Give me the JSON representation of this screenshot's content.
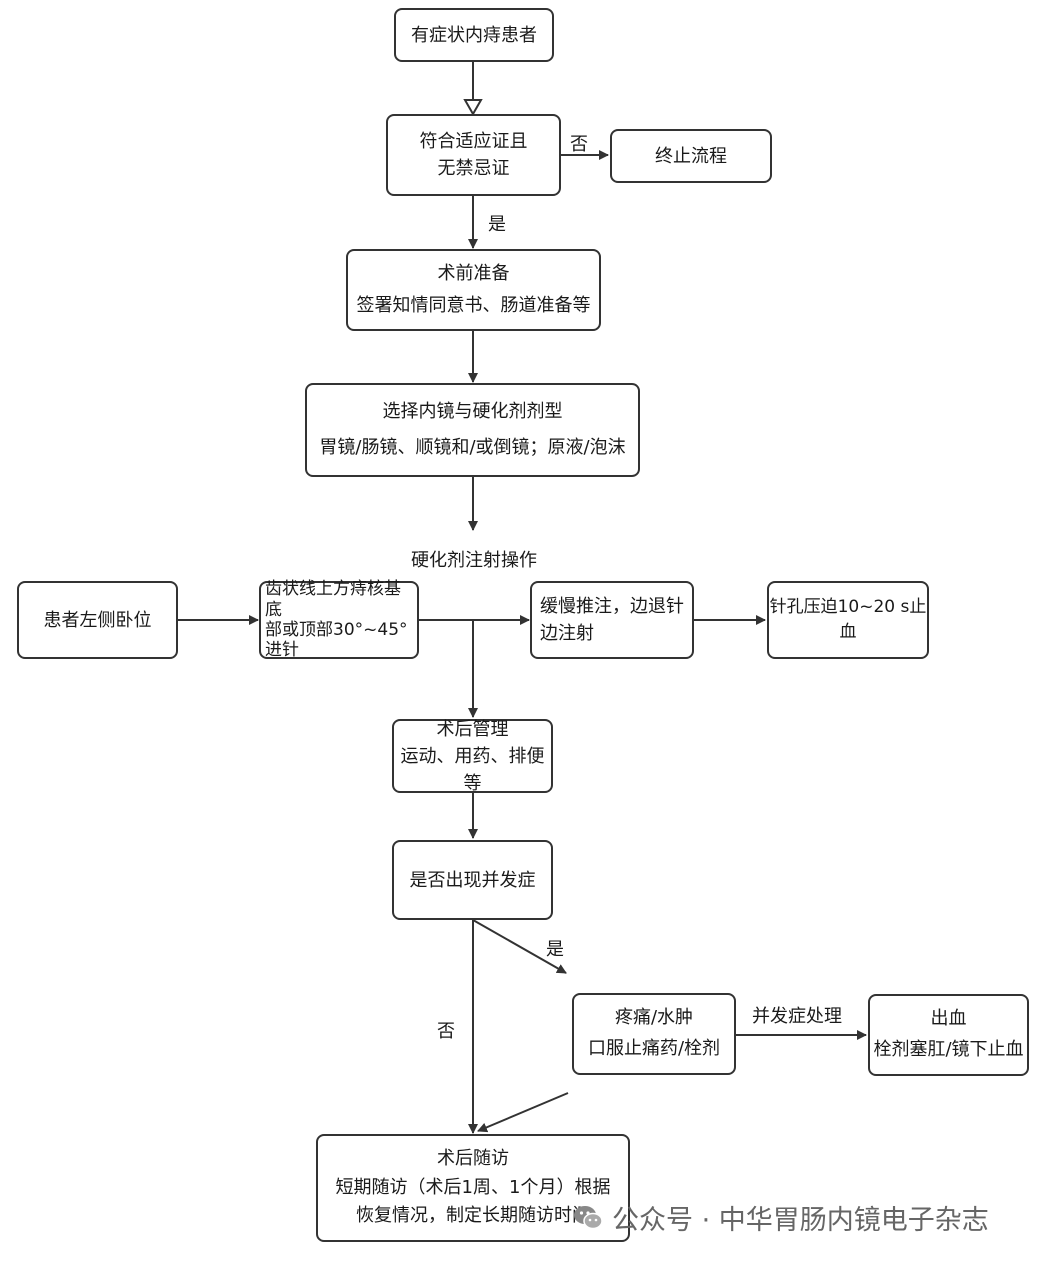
{
  "nodes": {
    "start": "有症状内痔患者",
    "indication": [
      "符合适应证且",
      "无禁忌证"
    ],
    "terminate": "终止流程",
    "preop": [
      "术前准备",
      "签署知情同意书、肠道准备等"
    ],
    "select": [
      "选择内镜与硬化剂剂型",
      "胃镜/肠镜、顺镜和/或倒镜；原液/泡沫"
    ],
    "position": "患者左侧卧位",
    "needle": [
      "齿状线上方痔核基底",
      "部或顶部30°~45°",
      "进针"
    ],
    "inject": [
      "缓慢推注，边退针",
      "边注射"
    ],
    "compress": "针孔压迫10~20 s止血",
    "postop": [
      "术后管理",
      "运动、用药、排便等"
    ],
    "complication": "是否出现并发症",
    "pain": [
      "疼痛/水肿",
      "口服止痛药/栓剂"
    ],
    "bleeding": [
      "出血",
      "栓剂塞肛/镜下止血"
    ],
    "followup": [
      "术后随访",
      "短期随访（术后1周、1个月）根据",
      "恢复情况，制定长期随访时间"
    ]
  },
  "labels": {
    "no1": "否",
    "yes1": "是",
    "injection_op": "硬化剂注射操作",
    "yes2": "是",
    "no2": "否",
    "comp_treat": "并发症处理"
  },
  "watermark": {
    "text": "公众号 · 中华胃肠内镜电子杂志",
    "icon": "wechat-icon"
  }
}
